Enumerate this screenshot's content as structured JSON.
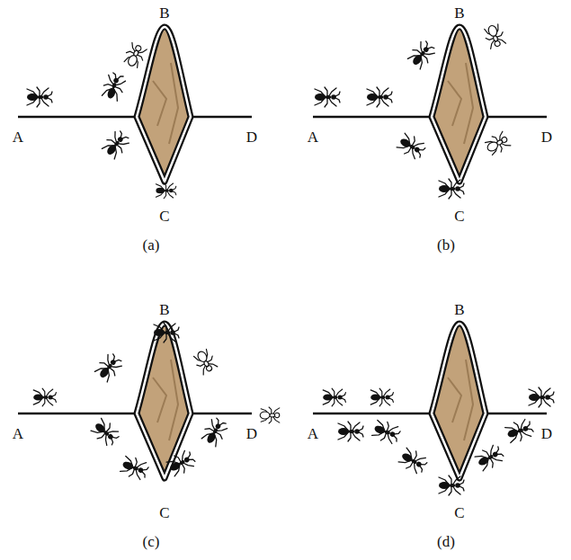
{
  "diagram": {
    "labels": [
      "B",
      "A",
      "D",
      "C",
      "(a)",
      "B",
      "A",
      "D",
      "C",
      "(b)",
      "B",
      "A",
      "D",
      "C",
      "(c)",
      "B",
      "A",
      "D",
      "C",
      "(d)"
    ]
  }
}
